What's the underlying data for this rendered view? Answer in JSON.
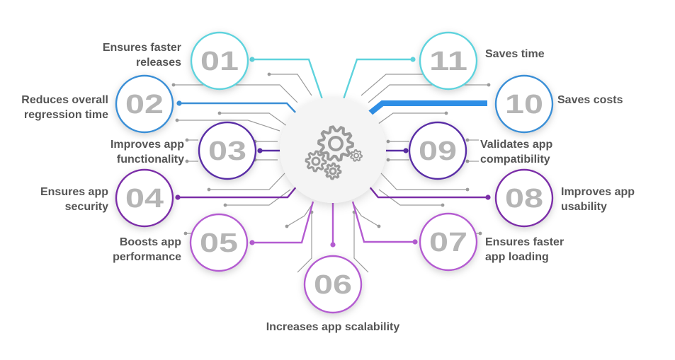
{
  "benefits": [
    {
      "number": "01",
      "lines": [
        "Ensures faster",
        "releases"
      ],
      "color": "#5fd3dd"
    },
    {
      "number": "02",
      "lines": [
        "Reduces overall",
        "regression time"
      ],
      "color": "#3a8fd6"
    },
    {
      "number": "03",
      "lines": [
        "Improves app",
        "functionality"
      ],
      "color": "#5a2ea6"
    },
    {
      "number": "04",
      "lines": [
        "Ensures app",
        "security"
      ],
      "color": "#7b2fa8"
    },
    {
      "number": "05",
      "lines": [
        "Boosts app",
        "performance"
      ],
      "color": "#b45cd1"
    },
    {
      "number": "06",
      "lines": [
        "Increases app scalability"
      ],
      "color": "#b45cd1"
    },
    {
      "number": "07",
      "lines": [
        "Ensures faster",
        "app loading"
      ],
      "color": "#b45cd1"
    },
    {
      "number": "08",
      "lines": [
        "Improves app",
        "usability"
      ],
      "color": "#7b2fa8"
    },
    {
      "number": "09",
      "lines": [
        "Validates app",
        "compatibility"
      ],
      "color": "#5a2ea6"
    },
    {
      "number": "10",
      "lines": [
        "Saves costs"
      ],
      "color": "#3a8fd6"
    },
    {
      "number": "11",
      "lines": [
        "Saves time"
      ],
      "color": "#5fd3dd"
    }
  ],
  "hub": {
    "icon": "gears-icon",
    "color": "#9a9a9a"
  },
  "colors": {
    "text": "#555555",
    "number": "#b5b5b5",
    "connector": "#9c9c9c",
    "accent_blue": "#2f8fe6"
  }
}
